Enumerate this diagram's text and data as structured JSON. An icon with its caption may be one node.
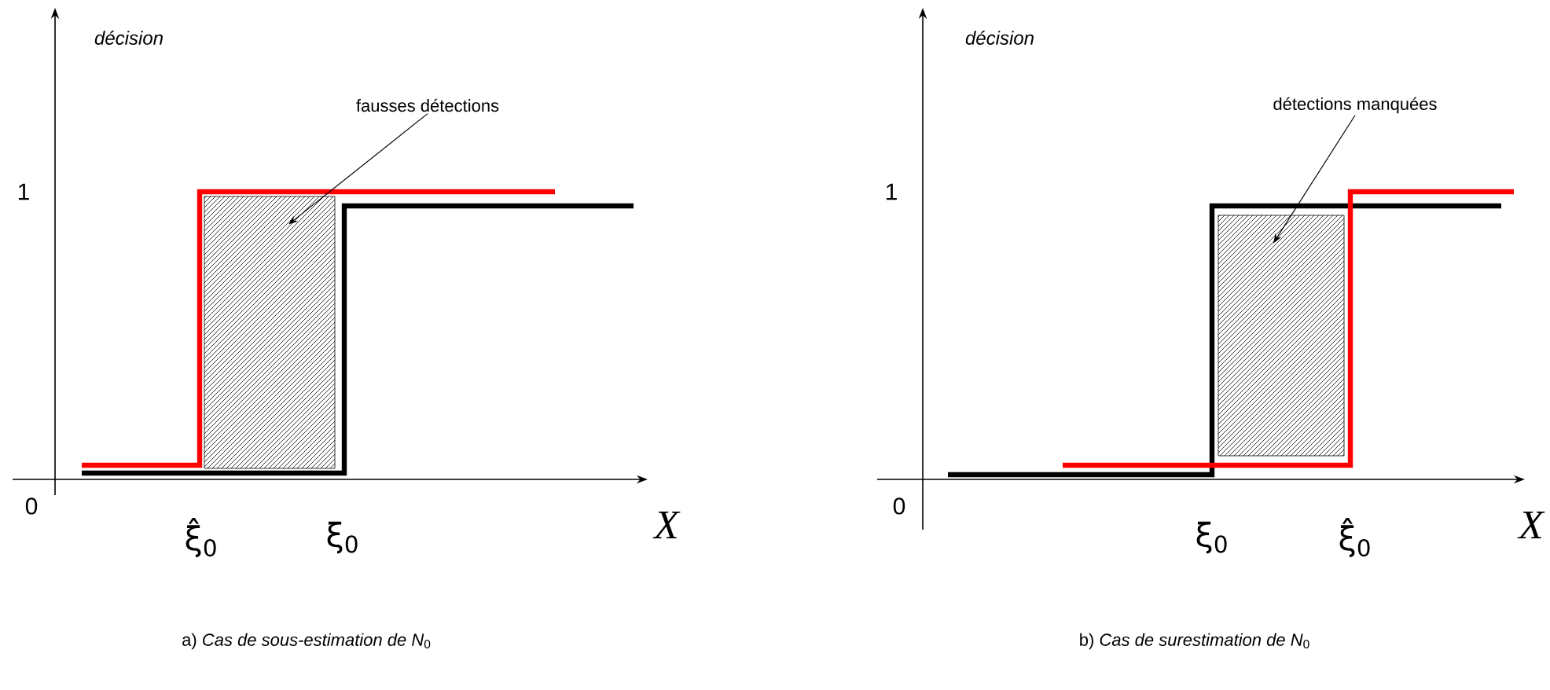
{
  "diagram": {
    "nodes": [
      {
        "text": [
          "fausses détections"
        ]
      },
      {
        "text": [],
        "shape": "box"
      },
      {
        "text": [
          "détections manquées"
        ]
      },
      {
        "text": [],
        "shape": "box"
      }
    ],
    "edges": [
      {
        "from": 0,
        "to": 1,
        "arrow": "to"
      },
      {
        "from": 2,
        "to": 3,
        "arrow": "to"
      }
    ],
    "labels": [
      "décision",
      "1",
      "0",
      "X",
      "ξ̂$_{0}$",
      "ξ$_{0}$",
      "a) *Cas de sous-estimation de N*$_{0}$",
      "décision",
      "1",
      "0",
      "X",
      "ξ$_{0}$",
      "ξ̂$_{0}$",
      "b) *Cas de surestimation de N*$_{0}$"
    ]
  }
}
